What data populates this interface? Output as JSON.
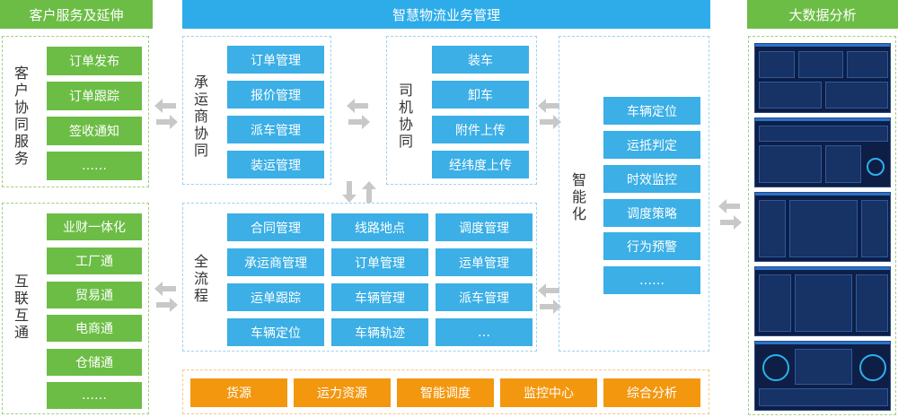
{
  "headers": {
    "left": "客户服务及延伸",
    "center": "智慧物流业务管理",
    "right": "大数据分析"
  },
  "customer_service": {
    "label": "客户协同服务",
    "items": [
      "订单发布",
      "订单跟踪",
      "签收通知",
      "……"
    ]
  },
  "interconnect": {
    "label": "互联互通",
    "items": [
      "业财一体化",
      "工厂通",
      "贸易通",
      "电商通",
      "仓储通",
      "……"
    ]
  },
  "carrier": {
    "label": "承运商协同",
    "items": [
      "订单管理",
      "报价管理",
      "派车管理",
      "装运管理"
    ]
  },
  "driver": {
    "label": "司机协同",
    "items": [
      "装车",
      "卸车",
      "附件上传",
      "经纬度上传"
    ]
  },
  "smart": {
    "label": "智能化",
    "items": [
      "车辆定位",
      "运抵判定",
      "时效监控",
      "调度策略",
      "行为预警",
      "……"
    ]
  },
  "full_process": {
    "label": "全流程",
    "col1": [
      "合同管理",
      "承运商管理",
      "运单跟踪",
      "车辆定位"
    ],
    "col2": [
      "线路地点",
      "订单管理",
      "车辆管理",
      "车辆轨迹"
    ],
    "col3": [
      "调度管理",
      "运单管理",
      "派车管理",
      "…"
    ]
  },
  "bottom": {
    "items": [
      "货源",
      "运力资源",
      "智能调度",
      "监控中心",
      "综合分析"
    ]
  },
  "dashboards": {
    "count": 5,
    "theme_color": "#0e1e45"
  },
  "colors": {
    "green": "#6cbd45",
    "blue": "#3bafe6",
    "orange": "#f3970f",
    "arrow": "#c8c8c8"
  }
}
